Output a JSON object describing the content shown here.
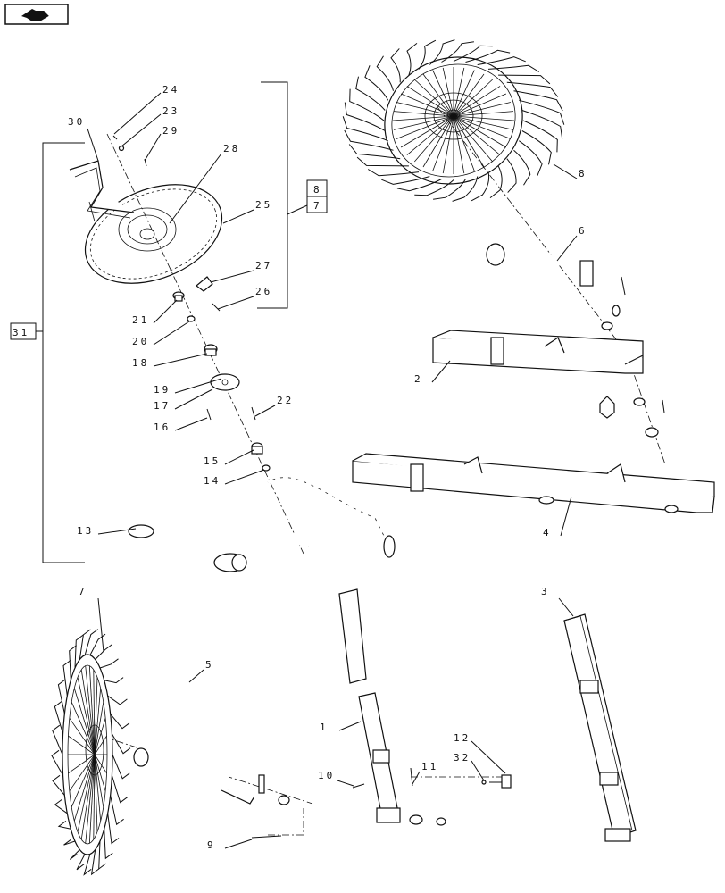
{
  "icons": {
    "nav": "navigation-arrow-icon"
  },
  "boxed": {
    "b8": "8",
    "b7": "7",
    "b31": "31"
  },
  "callouts": [
    "24",
    "23",
    "29",
    "30",
    "28",
    "25",
    "27",
    "26",
    "21",
    "20",
    "18",
    "19",
    "17",
    "22",
    "16",
    "15",
    "14",
    "13",
    "8",
    "6",
    "2",
    "4",
    "7",
    "5",
    "1",
    "3",
    "12",
    "32",
    "11",
    "10",
    "9"
  ]
}
